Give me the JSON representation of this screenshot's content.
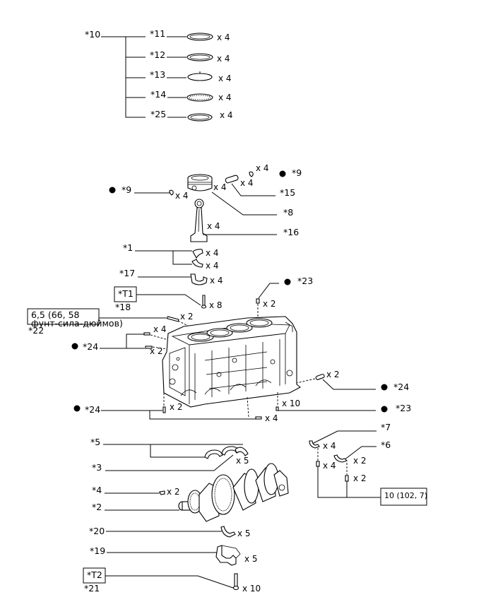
{
  "labels": {
    "p10": "*10",
    "p11": "*11",
    "p12": "*12",
    "p13": "*13",
    "p14": "*14",
    "p25": "*25",
    "p9a": "*9",
    "p9b": "*9",
    "p15": "*15",
    "p8": "*8",
    "p16": "*16",
    "p1": "*1",
    "p17": "*17",
    "t1": "*T1",
    "p18": "*18",
    "p22": "*22",
    "p24a": "*24",
    "p24b": "*24",
    "p24c": "*24",
    "p23a": "*23",
    "p23b": "*23",
    "p7": "*7",
    "p6": "*6",
    "p5": "*5",
    "p3": "*3",
    "p4": "*4",
    "p2": "*2",
    "p20": "*20",
    "p19": "*19",
    "t2": "*T2",
    "p21": "*21"
  },
  "quantities": {
    "q11": "x 4",
    "q12": "x 4",
    "q13": "x 4",
    "q14": "x 4",
    "q25": "x 4",
    "q9b": "x 4",
    "q15": "x 4",
    "q9a": "x 4",
    "q8": "x 4",
    "q16": "x 4",
    "q1a": "x 4",
    "q1b": "x 4",
    "q17": "x 4",
    "q18": "x 8",
    "q23a": "x 2",
    "q22": "x 2",
    "q24a1": "x 4",
    "q24a2": "x 2",
    "q24b": "x 2",
    "q24c": "x 2",
    "q23b": "x 10",
    "q_bottom": "x 4",
    "q7": "x 4",
    "q6": "x 2",
    "q6b": "x 4",
    "q6c": "x 2",
    "q5": "x 5",
    "q4": "x 2",
    "q20": "x 5",
    "q19": "x 5",
    "q21": "x 10"
  },
  "torque": {
    "t22_line1": "6,5 (66, 58",
    "t22_line2": "фунт-сила-дюймов)",
    "t6": "10 (102, 7)"
  },
  "colors": {
    "ink": "#000000",
    "background": "#ffffff"
  }
}
